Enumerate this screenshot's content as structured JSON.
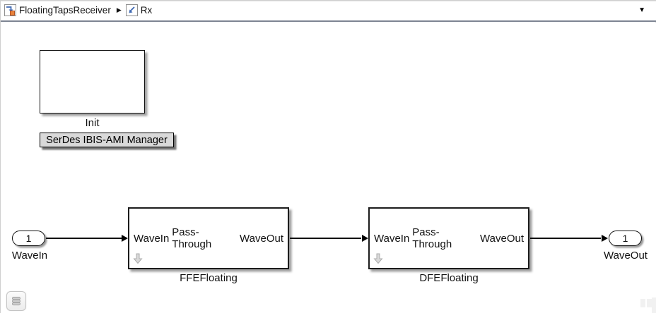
{
  "breadcrumb": {
    "separator": "▶",
    "dropdown_icon": "▼",
    "items": [
      {
        "label": "FloatingTapsReceiver",
        "icon": "simulink-model-icon"
      },
      {
        "label": "Rx",
        "icon": "subsystem-icon"
      }
    ]
  },
  "canvas": {
    "init_block": {
      "label": "Init"
    },
    "manager_button": {
      "label": "SerDes IBIS-AMI Manager"
    },
    "input_port": {
      "number": "1",
      "label": "WaveIn"
    },
    "output_port": {
      "number": "1",
      "label": "WaveOut"
    },
    "subsystems": [
      {
        "label": "FFEFloating",
        "port_in": "WaveIn",
        "center_text": "Pass-Through",
        "port_out": "WaveOut"
      },
      {
        "label": "DFEFloating",
        "port_in": "WaveIn",
        "center_text": "Pass-Through",
        "port_out": "WaveOut"
      }
    ]
  },
  "colors": {
    "toolbar_border": "#7d8492",
    "block_border": "#1c1c1c",
    "button_bg": "#d9d9d9",
    "badge_arrow_fill": "#d9d9d9",
    "badge_arrow_stroke": "#ababab",
    "icon_blue": "#3e68b2",
    "icon_orange": "#e8823c"
  }
}
